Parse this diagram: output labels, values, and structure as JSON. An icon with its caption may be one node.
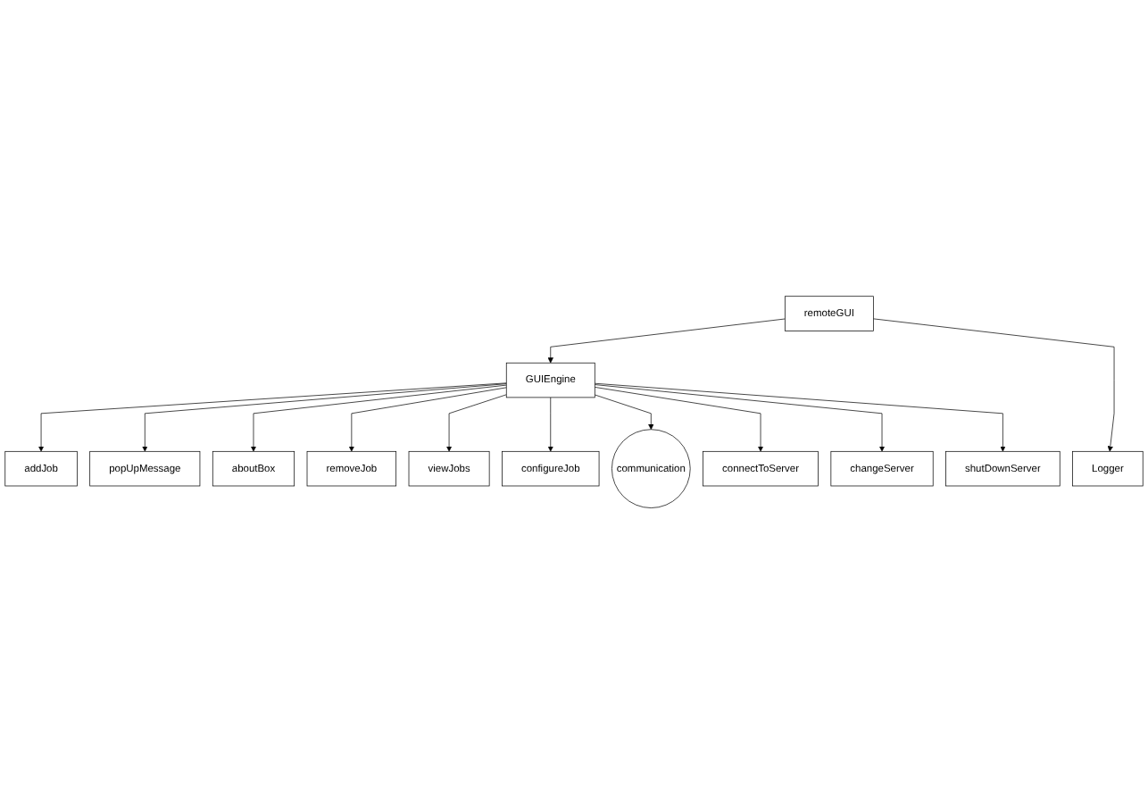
{
  "diagram": {
    "nodes": [
      {
        "text": [
          "addJob"
        ]
      },
      {
        "text": [
          "popUpMessage"
        ]
      },
      {
        "text": [
          "aboutBox"
        ]
      },
      {
        "text": [
          "removeJob"
        ]
      },
      {
        "text": [
          "remoteGUI"
        ]
      },
      {
        "text": [
          "viewJobs"
        ]
      },
      {
        "text": [
          "GUIEngine"
        ]
      },
      {
        "text": [
          "Logger"
        ]
      },
      {
        "text": [
          "configureJob"
        ]
      },
      {
        "text": [
          "communication"
        ]
      },
      {
        "text": [
          "connectToServer"
        ]
      },
      {
        "text": [
          "changeServer"
        ]
      },
      {
        "text": [
          "shutDownServer"
        ]
      }
    ],
    "edges": [
      {
        "from": 6,
        "to": 0,
        "arrow": "to"
      },
      {
        "from": 6,
        "to": 1,
        "arrow": "to"
      },
      {
        "from": 6,
        "to": 2,
        "arrow": "to"
      },
      {
        "from": 6,
        "to": 3,
        "arrow": "to"
      },
      {
        "from": 4,
        "to": 6,
        "arrow": "to"
      },
      {
        "from": 4,
        "to": 7,
        "arrow": "to"
      },
      {
        "from": 6,
        "to": 5,
        "arrow": "to"
      },
      {
        "from": 6,
        "to": 8,
        "arrow": "to"
      },
      {
        "from": 6,
        "to": 9,
        "arrow": "to"
      },
      {
        "from": 6,
        "to": 10,
        "arrow": "to"
      },
      {
        "from": 6,
        "to": 11,
        "arrow": "to"
      },
      {
        "from": 6,
        "to": 12,
        "arrow": "to"
      }
    ]
  }
}
